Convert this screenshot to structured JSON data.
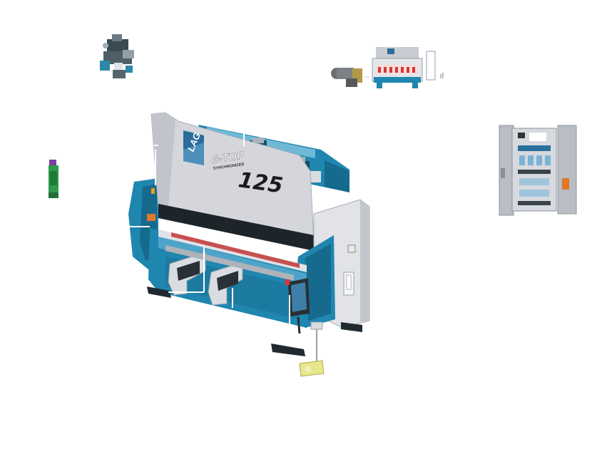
{
  "machine": {
    "brand_logo": "LAG",
    "model_name": "G-TOP",
    "model_subtitle": "SYNCHRONIZED",
    "tonnage": "125"
  },
  "colors": {
    "frame_blue": "#1f86b0",
    "frame_blue_dark": "#156a8d",
    "panel_grey": "#d4d6dc",
    "panel_grey_dark": "#b2b5bd",
    "cabinet_grey": "#c9ccd3",
    "callout_line": "#ffffff"
  },
  "components": [
    {
      "id": "valve-block",
      "icon": "hydraulic-valve-block-icon"
    },
    {
      "id": "servo-motor",
      "icon": "servo-motor-icon"
    },
    {
      "id": "press-brake-thumbnail",
      "icon": "press-brake-thumbnail-icon"
    },
    {
      "id": "encoder",
      "icon": "linear-encoder-icon"
    },
    {
      "id": "electrical-cabinet",
      "icon": "electrical-cabinet-icon"
    },
    {
      "id": "foot-pedal",
      "icon": "foot-pedal-icon"
    }
  ]
}
